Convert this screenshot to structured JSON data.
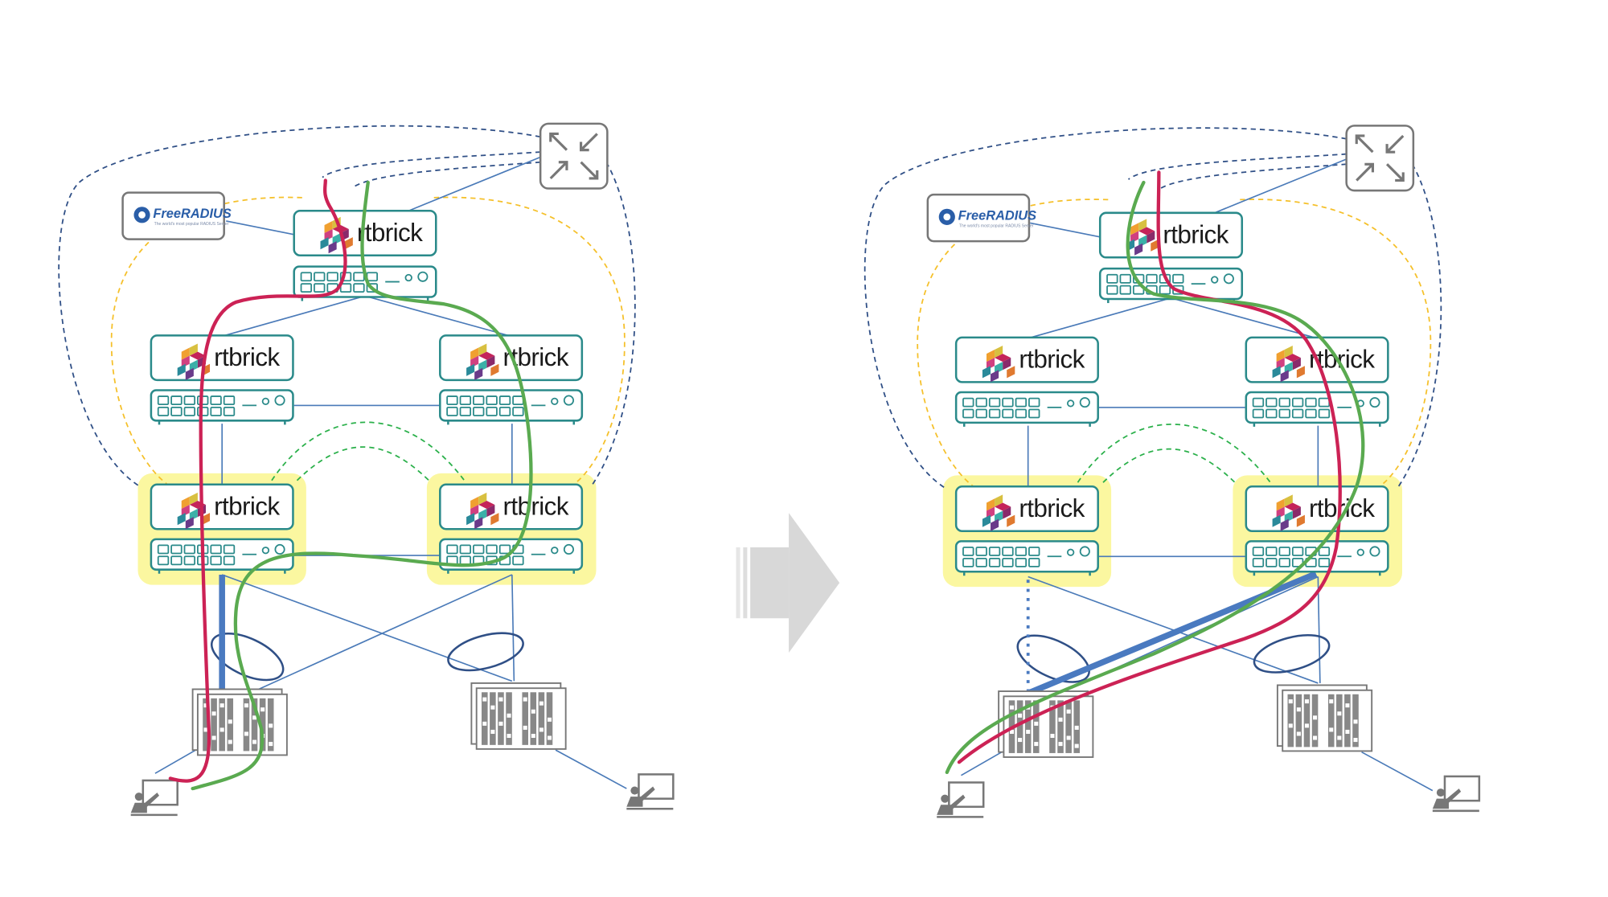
{
  "brand": {
    "logo_text": "rtbrick"
  },
  "radius": {
    "label": "FreeRADIUS",
    "tagline": "The world's most popular RADIUS Server"
  },
  "colors": {
    "switch_stroke": "#2a8a8a",
    "link": "#4a7ab8",
    "dashed_blue": "#2f4f86",
    "dashed_yellow": "#f5c02a",
    "dashed_green": "#2ab04a",
    "highlight": "#fbf7a0",
    "red_path": "#cc2255",
    "green_path": "#5aaa50",
    "lag_bar": "#4a7ac0",
    "arrow": "#d8d8d8"
  },
  "icons": [
    "router-icon",
    "freeradius-logo",
    "rtbrick-logo",
    "switch-ports-icon",
    "olt-chassis-icon",
    "subscriber-icon",
    "transition-arrow-icon"
  ]
}
